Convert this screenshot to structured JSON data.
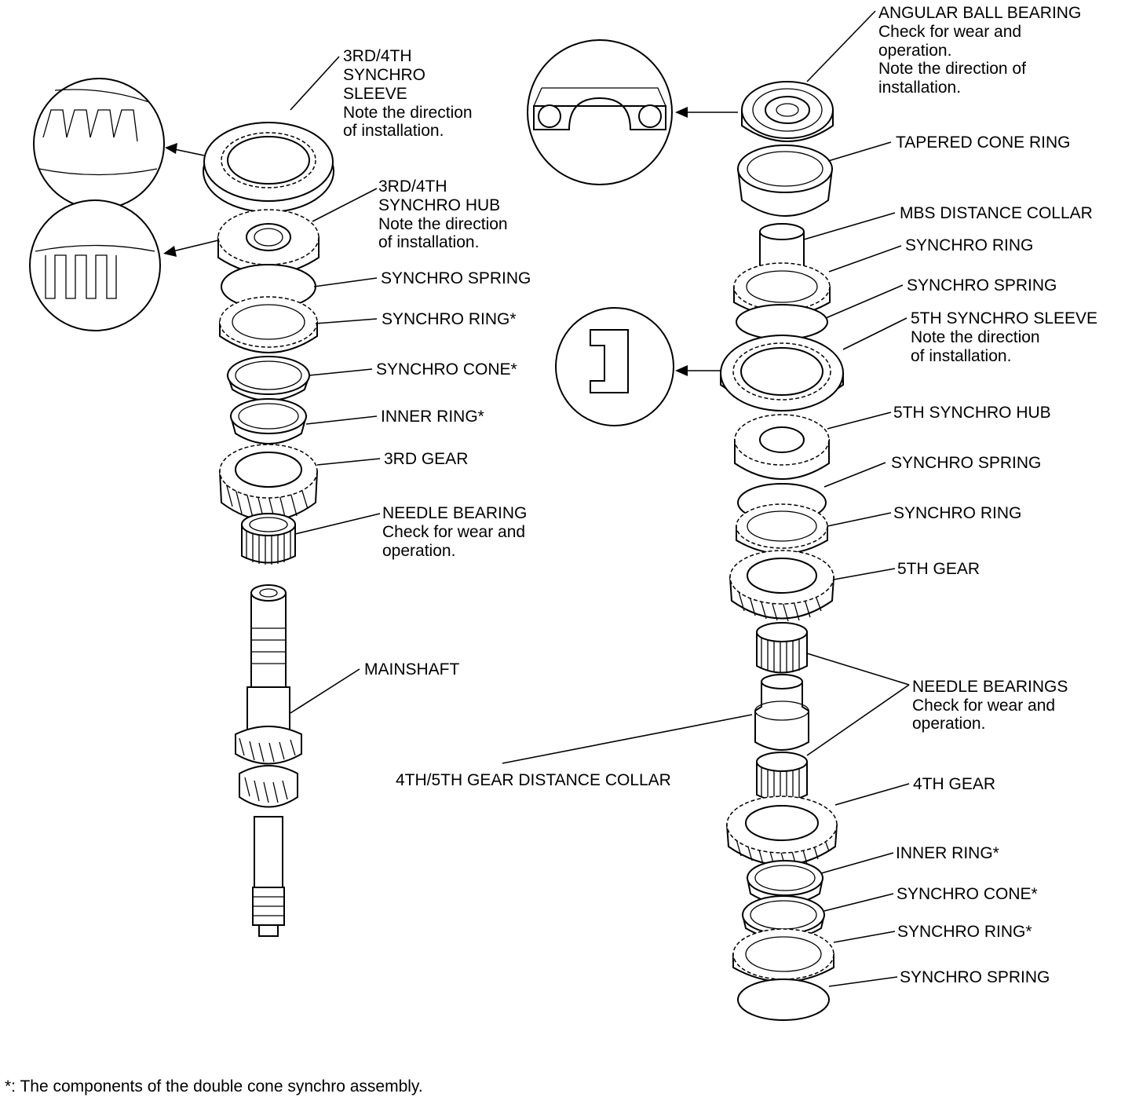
{
  "left_labels": [
    {
      "id": "sleeve34",
      "lines": [
        "3RD/4TH",
        "SYNCHRO",
        "SLEEVE",
        "Note the direction",
        "of installation."
      ]
    },
    {
      "id": "hub34",
      "lines": [
        "3RD/4TH",
        "SYNCHRO HUB",
        "Note the direction",
        "of installation."
      ]
    },
    {
      "id": "spring_l",
      "lines": [
        "SYNCHRO SPRING"
      ]
    },
    {
      "id": "ring_l",
      "lines": [
        "SYNCHRO RING*"
      ]
    },
    {
      "id": "cone_l",
      "lines": [
        "SYNCHRO CONE*"
      ]
    },
    {
      "id": "inner_l",
      "lines": [
        "INNER RING*"
      ]
    },
    {
      "id": "gear3",
      "lines": [
        "3RD GEAR"
      ]
    },
    {
      "id": "needle_l",
      "lines": [
        "NEEDLE BEARING",
        "Check for wear and",
        "operation."
      ]
    },
    {
      "id": "mainshaft",
      "lines": [
        "MAINSHAFT"
      ]
    }
  ],
  "right_labels": [
    {
      "id": "angular",
      "lines": [
        "ANGULAR BALL BEARING",
        "Check for wear and",
        "operation.",
        "Note the direction of",
        "installation."
      ]
    },
    {
      "id": "tapered",
      "lines": [
        "TAPERED CONE RING"
      ]
    },
    {
      "id": "mbs",
      "lines": [
        "MBS DISTANCE COLLAR"
      ]
    },
    {
      "id": "ring_r1",
      "lines": [
        "SYNCHRO RING"
      ]
    },
    {
      "id": "spring_r1",
      "lines": [
        "SYNCHRO SPRING"
      ]
    },
    {
      "id": "sleeve5",
      "lines": [
        "5TH SYNCHRO SLEEVE",
        "Note the direction",
        "of installation."
      ]
    },
    {
      "id": "hub5",
      "lines": [
        "5TH SYNCHRO HUB"
      ]
    },
    {
      "id": "spring_r2",
      "lines": [
        "SYNCHRO SPRING"
      ]
    },
    {
      "id": "ring_r2",
      "lines": [
        "SYNCHRO RING"
      ]
    },
    {
      "id": "gear5",
      "lines": [
        "5TH GEAR"
      ]
    },
    {
      "id": "needles_r",
      "lines": [
        "NEEDLE BEARINGS",
        "Check for wear and",
        "operation."
      ]
    },
    {
      "id": "collar45",
      "lines": [
        "4TH/5TH GEAR DISTANCE COLLAR"
      ]
    },
    {
      "id": "gear4",
      "lines": [
        "4TH GEAR"
      ]
    },
    {
      "id": "inner_r",
      "lines": [
        "INNER RING*"
      ]
    },
    {
      "id": "cone_r",
      "lines": [
        "SYNCHRO CONE*"
      ]
    },
    {
      "id": "ring_r3",
      "lines": [
        "SYNCHRO RING*"
      ]
    },
    {
      "id": "spring_r3",
      "lines": [
        "SYNCHRO SPRING"
      ]
    }
  ],
  "footnote": "*: The components of the double cone synchro assembly."
}
